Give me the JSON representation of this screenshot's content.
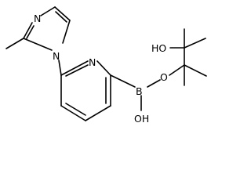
{
  "molecule": {
    "atoms": {
      "imidazole_n3": "N",
      "imidazole_n1": "N",
      "pyridine_n": "N",
      "boron": "B",
      "boronic_oh": "OH",
      "ester_o": "O",
      "pinacol_oh": "HO"
    }
  }
}
